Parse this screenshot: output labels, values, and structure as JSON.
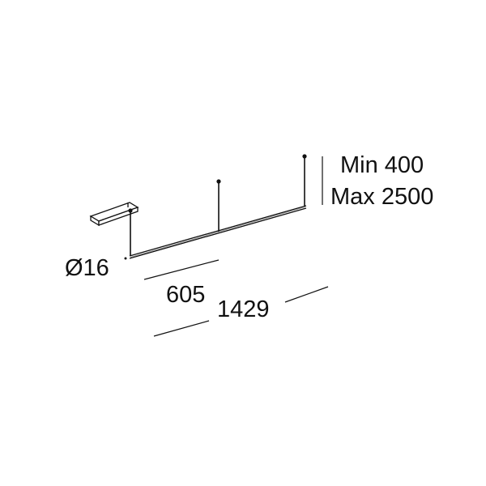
{
  "dimensions": {
    "height_min": "Min 400",
    "height_max": "Max 2500",
    "diameter": "Ø16",
    "cable_spacing": "605",
    "length": "1429"
  }
}
